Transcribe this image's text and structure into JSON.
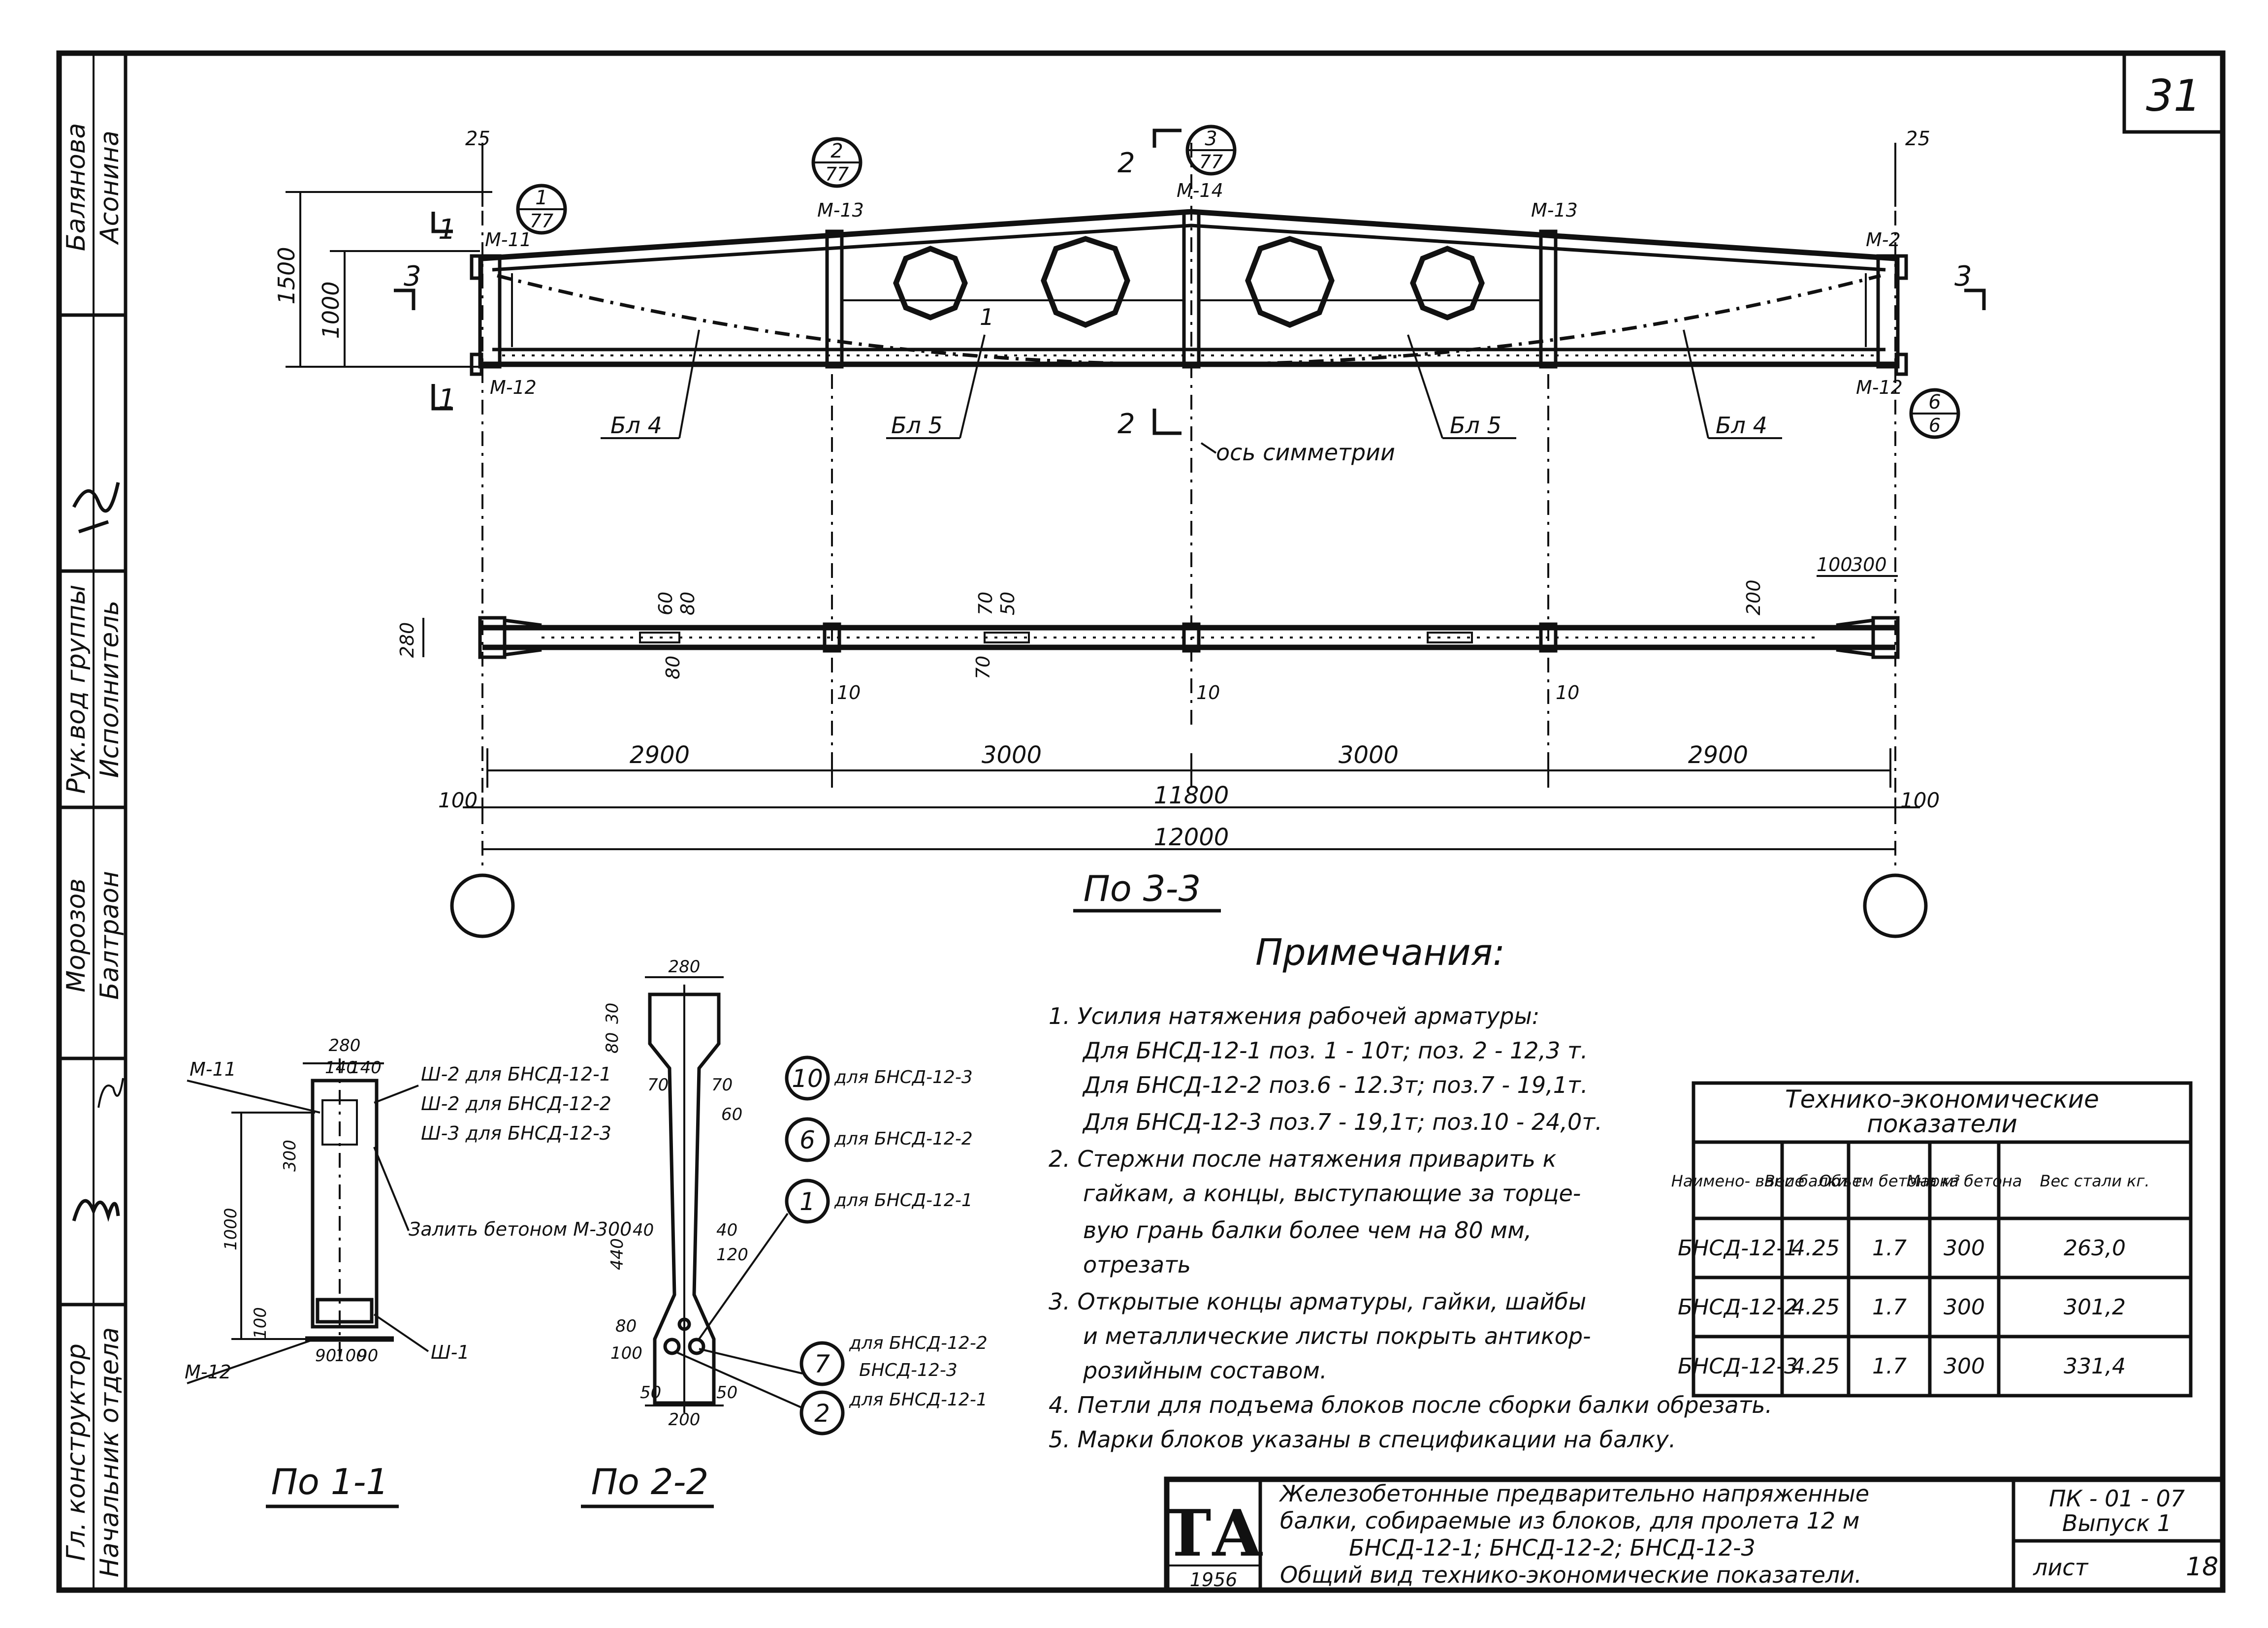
{
  "sheet": {
    "page_number": "31",
    "side_stamp": {
      "row1": [
        "Балянова",
        "Асонина"
      ],
      "row3": [
        "Рук.вод группы",
        "Исполнитель"
      ],
      "row4": [
        "Морозов",
        "Балтраон"
      ],
      "row6": [
        "Гл. конструктор",
        "Начальник отдела"
      ]
    }
  },
  "elevation": {
    "markers": {
      "m11": "М-11",
      "m13a": "М-13",
      "m14": "М-14",
      "m13b": "М-13",
      "m12a": "М-12",
      "m12b": "М-12",
      "m2r": "М-2"
    },
    "dims": {
      "d1500": "1500",
      "d1000": "1000",
      "d25a": "25",
      "d25b": "25"
    },
    "callouts": {
      "c1": {
        "top": "1",
        "bottom": "77"
      },
      "c2": {
        "top": "2",
        "bottom": "77"
      },
      "c3": {
        "top": "3",
        "bottom": "77"
      },
      "c4": {
        "top": "6",
        "bottom": "6"
      }
    },
    "cut_marks": {
      "s1_top": "1",
      "s1_bot": "1",
      "s2_top": "2",
      "s2_bot": "2",
      "s3_left": "3",
      "s3_right": "3"
    },
    "block_labels": [
      "Бл 4",
      "Бл 5",
      "Бл 5",
      "Бл 4"
    ],
    "tendon_label": "1",
    "axis_label": "ось симметрии"
  },
  "plan": {
    "dims": {
      "w280": "280",
      "d60": "60",
      "d80": "80",
      "d80b": "80",
      "d70": "70",
      "d50": "50",
      "d70b": "70",
      "d200": "200",
      "d100": "100",
      "d300": "300",
      "d10a": "10",
      "d10b": "10",
      "d10c": "10"
    },
    "spans": [
      "2900",
      "3000",
      "3000",
      "2900"
    ],
    "end100a": "100",
    "end100b": "100",
    "total_11800": "11800",
    "total_12000": "12000",
    "title": "По 3-3"
  },
  "section11": {
    "title": "По 1-1",
    "dims": {
      "w280": "280",
      "w140a": "140",
      "w140b": "140",
      "h300": "300",
      "h1000": "1000",
      "h100": "100",
      "b90a": "90",
      "b100": "100",
      "b90b": "90"
    },
    "labels": {
      "m11": "М-11",
      "m12": "М-12",
      "w1": "Ш-2 для БНСД-12-1",
      "w2": "Ш-2 для БНСД-12-2",
      "w3": "Ш-3 для БНСД-12-3",
      "conc": "Залить бетоном М-300",
      "sh1": "Ш-1"
    }
  },
  "section22": {
    "title": "По 2-2",
    "dims": {
      "w280": "280",
      "d30": "30",
      "d80t": "80",
      "d70a": "70",
      "d70b": "70",
      "d60": "60",
      "d40a": "40",
      "d40b": "40",
      "d120": "120",
      "d440": "440",
      "d80": "80",
      "d100": "100",
      "d50a": "50",
      "d50b": "50",
      "w200": "200"
    },
    "balloons": [
      {
        "num": "10",
        "text": "для БНСД-12-3"
      },
      {
        "num": "6",
        "text": "для БНСД-12-2"
      },
      {
        "num": "1",
        "text": "для БНСД-12-1"
      },
      {
        "num": "7",
        "text": "для БНСД-12-2"
      },
      {
        "num": "2",
        "text": "для БНСД-12-1"
      }
    ],
    "extra": "БНСД-12-3"
  },
  "notes": {
    "heading": "Примечания:",
    "lines": [
      "1.  Усилия натяжения рабочей арматуры:",
      "Для БНСД-12-1 поз. 1 - 10т; поз. 2 - 12,3 т.",
      "Для БНСД-12-2 поз.6 - 12.3т; поз.7 - 19,1т.",
      "Для БНСД-12-3 поз.7 - 19,1т; поз.10 - 24,0т.",
      "2.  Стержни после натяжения приварить к",
      "гайкам, а концы, выступающие за торце-",
      "вую грань балки более чем на 80 мм,",
      "отрезать",
      "3.  Открытые концы арматуры, гайки, шайбы",
      "и металлические листы покрыть антикор-",
      "розийным составом.",
      "4.  Петли для подъема блоков после сборки балки обрезать.",
      "5.  Марки блоков указаны в спецификации на балку."
    ]
  },
  "table": {
    "title_line1": "Технико-экономические",
    "title_line2": "показатели",
    "headers": [
      "Наимено- вание",
      "Вес балки т.",
      "Объем бетона м³",
      "Марка бетона",
      "Вес стали кг."
    ],
    "rows": [
      [
        "БНСД-12-1",
        "4.25",
        "1.7",
        "300",
        "263,0"
      ],
      [
        "БНСД-12-2",
        "4.25",
        "1.7",
        "300",
        "301,2"
      ],
      [
        "БНСД-12-3",
        "4.25",
        "1.7",
        "300",
        "331,4"
      ]
    ]
  },
  "title_block": {
    "logo": "ТА",
    "year": "1956",
    "line1": "Железобетонные предварительно напряженные",
    "line2": "балки, собираемые из блоков, для пролета 12 м",
    "line3": "БНСД-12-1; БНСД-12-2; БНСД-12-3",
    "line4": "Общий вид технико-экономические показатели.",
    "code": "ПК - 01 - 07",
    "issue": "Выпуск 1",
    "sheet_label": "лист",
    "sheet_no": "18"
  }
}
